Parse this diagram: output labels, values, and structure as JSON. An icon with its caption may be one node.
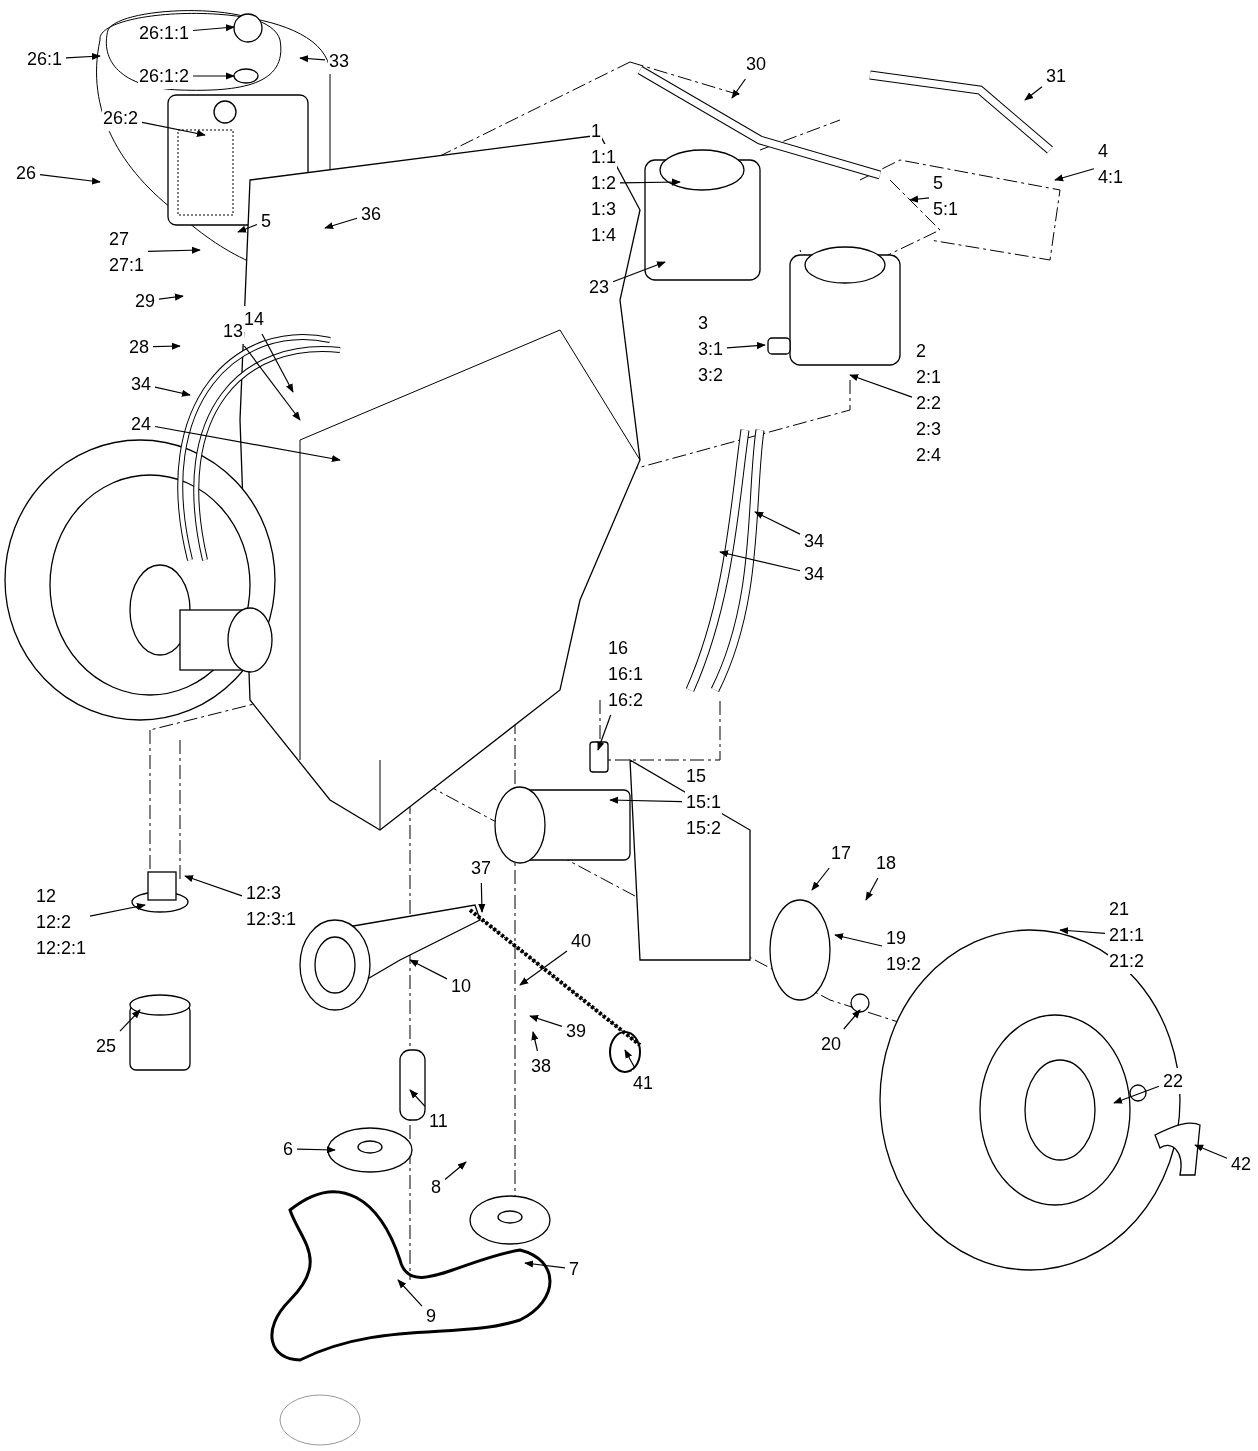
{
  "diagram": {
    "nodes": [
      {
        "text": [
          "26:1:1"
        ]
      },
      {
        "text": [
          "26:1"
        ]
      },
      {
        "text": [
          "33"
        ]
      },
      {
        "text": [
          "26:1:2"
        ]
      },
      {
        "text": [
          "26:2"
        ]
      },
      {
        "text": [
          "26"
        ]
      },
      {
        "text": [
          "30"
        ]
      },
      {
        "text": [
          "31"
        ]
      },
      {
        "text": [
          "1",
          "1:1",
          "1:2",
          "1:3",
          "1:4"
        ]
      },
      {
        "text": [
          "4",
          "4:1"
        ]
      },
      {
        "text": [
          "5",
          "5:1"
        ]
      },
      {
        "text": [
          "27",
          "27:1"
        ]
      },
      {
        "text": [
          "5"
        ]
      },
      {
        "text": [
          "36"
        ]
      },
      {
        "text": [
          "23"
        ]
      },
      {
        "text": [
          "29"
        ]
      },
      {
        "text": [
          "3",
          "3:1",
          "3:2"
        ]
      },
      {
        "text": [
          "14"
        ]
      },
      {
        "text": [
          "13"
        ]
      },
      {
        "text": [
          "28"
        ]
      },
      {
        "text": [
          "2",
          "2:1",
          "2:2",
          "2:3",
          "2:4"
        ]
      },
      {
        "text": [
          "34"
        ]
      },
      {
        "text": [
          "24"
        ]
      },
      {
        "text": [
          "34"
        ]
      },
      {
        "text": [
          "34"
        ]
      },
      {
        "text": [
          "16",
          "16:1",
          "16:2"
        ]
      },
      {
        "text": [
          "15",
          "15:1",
          "15:2"
        ]
      },
      {
        "text": [
          "17"
        ]
      },
      {
        "text": [
          "18"
        ]
      },
      {
        "text": [
          "12",
          "12:2",
          "12:2:1"
        ]
      },
      {
        "text": [
          "12:3",
          "12:3:1"
        ]
      },
      {
        "text": [
          "37"
        ]
      },
      {
        "text": [
          "19",
          "19:2"
        ]
      },
      {
        "text": [
          "21",
          "21:1",
          "21:2"
        ]
      },
      {
        "text": [
          "40"
        ]
      },
      {
        "text": [
          "10"
        ]
      },
      {
        "text": [
          "25"
        ]
      },
      {
        "text": [
          "20"
        ]
      },
      {
        "text": [
          "39"
        ]
      },
      {
        "text": [
          "41"
        ]
      },
      {
        "text": [
          "38"
        ]
      },
      {
        "text": [
          "11"
        ]
      },
      {
        "text": [
          "22"
        ]
      },
      {
        "text": [
          "6"
        ]
      },
      {
        "text": [
          "42"
        ]
      },
      {
        "text": [
          "8"
        ]
      },
      {
        "text": [
          "7"
        ]
      },
      {
        "text": [
          "9"
        ]
      }
    ],
    "edges": [
      {
        "from": 0,
        "to": null,
        "arrow": "to"
      },
      {
        "from": 1,
        "to": null,
        "arrow": "to"
      },
      {
        "from": 2,
        "to": null,
        "arrow": "to"
      },
      {
        "from": 3,
        "to": null,
        "arrow": "to"
      },
      {
        "from": 4,
        "to": null,
        "arrow": "to"
      },
      {
        "from": 5,
        "to": null,
        "arrow": "to"
      },
      {
        "from": 6,
        "to": null,
        "arrow": "to"
      },
      {
        "from": 7,
        "to": null,
        "arrow": "to"
      },
      {
        "from": 8,
        "to": null,
        "arrow": "to"
      },
      {
        "from": 9,
        "to": null,
        "arrow": "to"
      },
      {
        "from": 10,
        "to": null,
        "arrow": "to"
      },
      {
        "from": 11,
        "to": null,
        "arrow": "to"
      },
      {
        "from": 12,
        "to": null,
        "arrow": "to"
      },
      {
        "from": 13,
        "to": null,
        "arrow": "to"
      },
      {
        "from": 14,
        "to": null,
        "arrow": "to"
      },
      {
        "from": 15,
        "to": null,
        "arrow": "to"
      },
      {
        "from": 16,
        "to": null,
        "arrow": "to"
      },
      {
        "from": 17,
        "to": null,
        "arrow": "to"
      },
      {
        "from": 18,
        "to": null,
        "arrow": "to"
      },
      {
        "from": 19,
        "to": null,
        "arrow": "to"
      },
      {
        "from": 20,
        "to": null,
        "arrow": "to"
      },
      {
        "from": 21,
        "to": null,
        "arrow": "to"
      },
      {
        "from": 22,
        "to": null,
        "arrow": "to"
      },
      {
        "from": 23,
        "to": null,
        "arrow": "to"
      },
      {
        "from": 24,
        "to": null,
        "arrow": "to"
      },
      {
        "from": 25,
        "to": null,
        "arrow": "to"
      },
      {
        "from": 26,
        "to": null,
        "arrow": "to"
      },
      {
        "from": 27,
        "to": null,
        "arrow": "to"
      },
      {
        "from": 28,
        "to": null,
        "arrow": "to"
      },
      {
        "from": 29,
        "to": null,
        "arrow": "to"
      },
      {
        "from": 30,
        "to": null,
        "arrow": "to"
      },
      {
        "from": 31,
        "to": null,
        "arrow": "to"
      },
      {
        "from": 32,
        "to": null,
        "arrow": "to"
      },
      {
        "from": 33,
        "to": null,
        "arrow": "to"
      },
      {
        "from": 34,
        "to": null,
        "arrow": "to"
      },
      {
        "from": 35,
        "to": null,
        "arrow": "to"
      },
      {
        "from": 36,
        "to": null,
        "arrow": "to"
      },
      {
        "from": 37,
        "to": null,
        "arrow": "to"
      },
      {
        "from": 38,
        "to": null,
        "arrow": "to"
      },
      {
        "from": 39,
        "to": null,
        "arrow": "to"
      },
      {
        "from": 40,
        "to": null,
        "arrow": "to"
      },
      {
        "from": 41,
        "to": null,
        "arrow": "to"
      },
      {
        "from": 42,
        "to": null,
        "arrow": "to"
      },
      {
        "from": 43,
        "to": null,
        "arrow": "to"
      },
      {
        "from": 44,
        "to": null,
        "arrow": "to"
      },
      {
        "from": 45,
        "to": null,
        "arrow": "to"
      },
      {
        "from": 46,
        "to": null,
        "arrow": "to"
      },
      {
        "from": 47,
        "to": null,
        "arrow": "to"
      }
    ]
  }
}
